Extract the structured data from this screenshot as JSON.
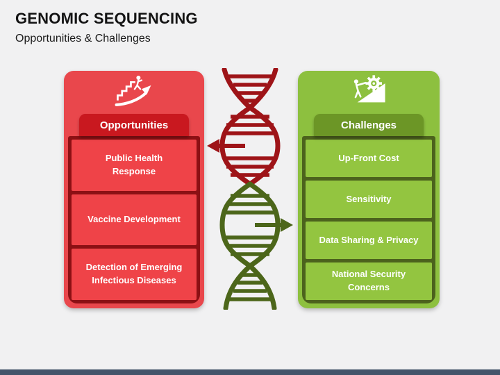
{
  "slide": {
    "title": "GENOMIC SEQUENCING",
    "subtitle": "Opportunities & Challenges",
    "background_color": "#F1F1F2",
    "footer_bar_color": "#44546A"
  },
  "opportunities_panel": {
    "header": "Opportunities",
    "icon": "person-climbing-stairs-growth-arrow-icon",
    "items": [
      "Public Health Response",
      "Vaccine Development",
      "Detection of Emerging Infectious Diseases"
    ],
    "colors": {
      "panel": "#E9474C",
      "header": "#C9181F",
      "border": "#8C1014",
      "row": "#EF4348",
      "text": "#FFFFFF"
    }
  },
  "challenges_panel": {
    "header": "Challenges",
    "icon": "person-pushing-gear-uphill-icon",
    "items": [
      "Up-Front Cost",
      "Sensitivity",
      "Data Sharing & Privacy",
      "National Security Concerns"
    ],
    "colors": {
      "panel": "#8DC03F",
      "header": "#6C9626",
      "border": "#4C621D",
      "row": "#93C540",
      "text": "#FFFFFF"
    }
  },
  "center_graphic": {
    "icon": "dna-double-helix-icon",
    "top_color": "#9E1418",
    "bottom_color": "#4C661A",
    "left_arrow_icon": "arrow-left-to-opportunities-icon",
    "right_arrow_icon": "arrow-right-to-challenges-icon"
  }
}
